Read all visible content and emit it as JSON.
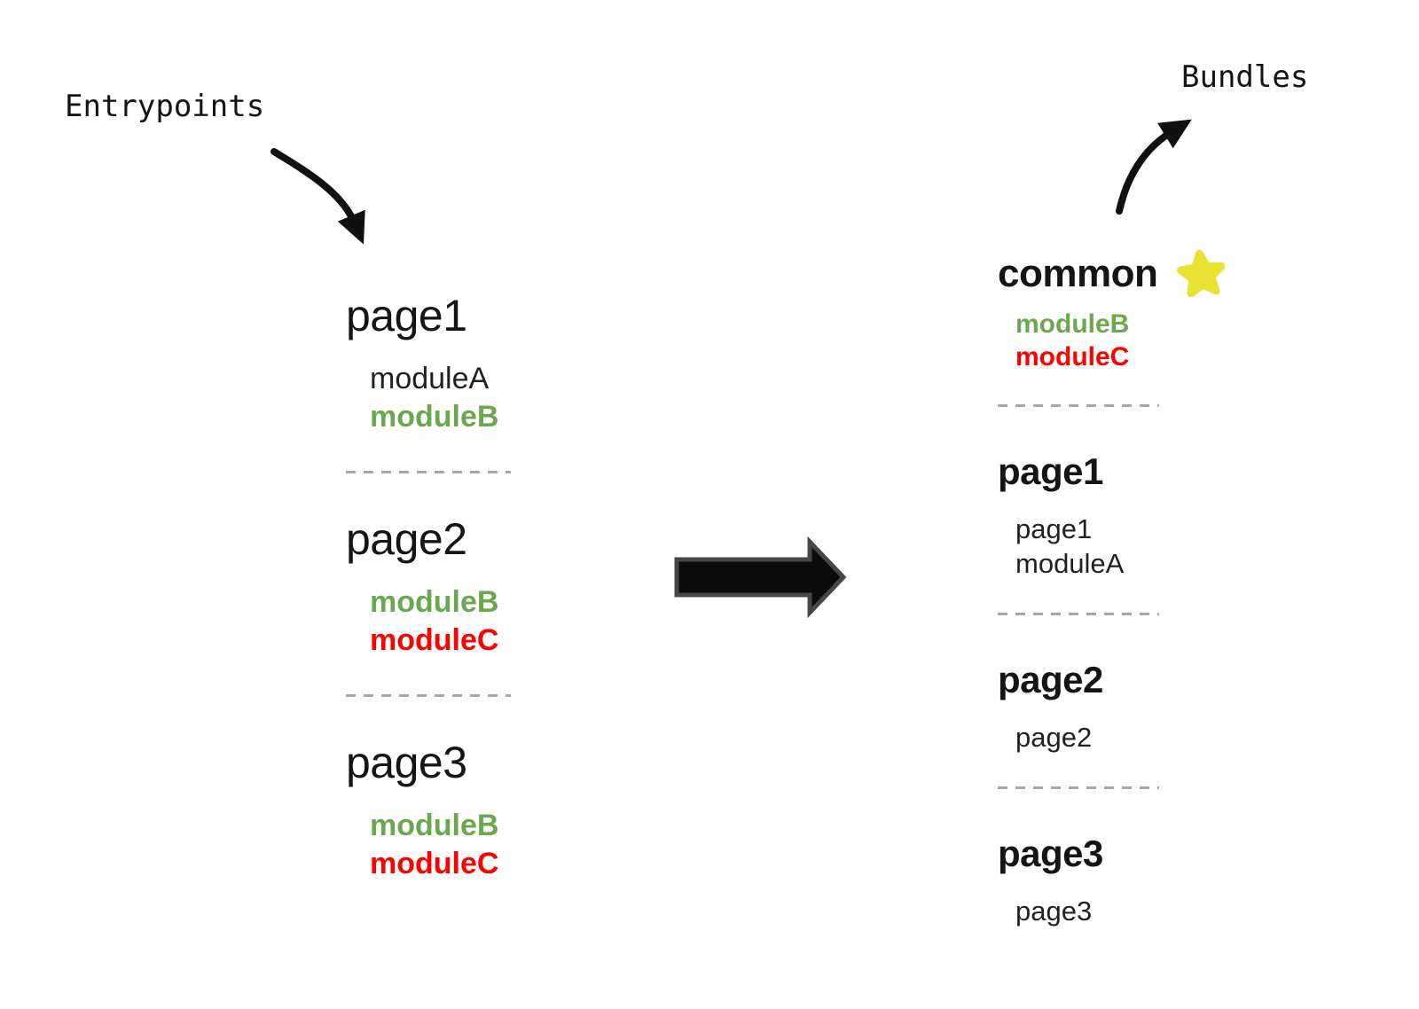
{
  "labels": {
    "entrypoints": "Entrypoints",
    "bundles": "Bundles"
  },
  "colors": {
    "dark": "#212121",
    "green": "#6aa84f",
    "red": "#ff0000",
    "dash": "#a6a6a6",
    "star": "#e8e332",
    "arrow": "#111111"
  },
  "entrypoints": [
    {
      "name": "page1",
      "modules": [
        {
          "label": "moduleA",
          "color": "dark",
          "bold": false
        },
        {
          "label": "moduleB",
          "color": "green",
          "bold": true
        }
      ]
    },
    {
      "name": "page2",
      "modules": [
        {
          "label": "moduleB",
          "color": "green",
          "bold": true
        },
        {
          "label": "moduleC",
          "color": "red",
          "bold": true
        }
      ]
    },
    {
      "name": "page3",
      "modules": [
        {
          "label": "moduleB",
          "color": "green",
          "bold": true
        },
        {
          "label": "moduleC",
          "color": "red",
          "bold": true
        }
      ]
    }
  ],
  "bundles": [
    {
      "name": "common",
      "starred": true,
      "modules": [
        {
          "label": "moduleB",
          "color": "green",
          "bold": true
        },
        {
          "label": "moduleC",
          "color": "red",
          "bold": true
        }
      ]
    },
    {
      "name": "page1",
      "starred": false,
      "modules": [
        {
          "label": "page1",
          "color": "dark",
          "bold": false
        },
        {
          "label": "moduleA",
          "color": "dark",
          "bold": false
        }
      ]
    },
    {
      "name": "page2",
      "starred": false,
      "modules": [
        {
          "label": "page2",
          "color": "dark",
          "bold": false
        }
      ]
    },
    {
      "name": "page3",
      "starred": false,
      "modules": [
        {
          "label": "page3",
          "color": "dark",
          "bold": false
        }
      ]
    }
  ]
}
